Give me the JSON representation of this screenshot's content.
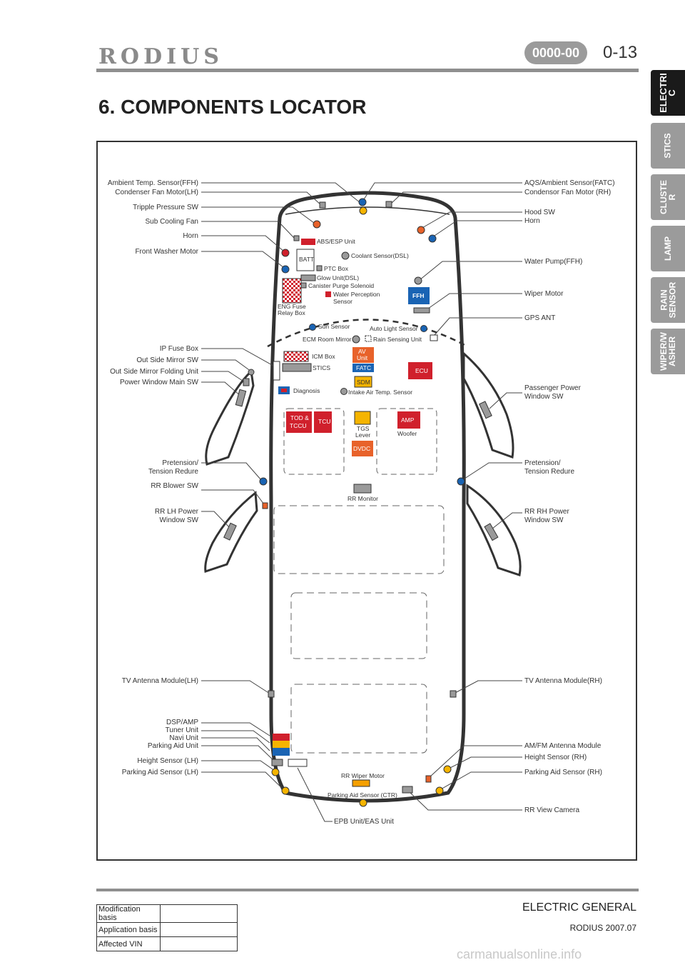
{
  "header": {
    "brand": "RODIUS",
    "doc_code": "0000-00",
    "page_number": "0-13",
    "title": "6. COMPONENTS LOCATOR"
  },
  "side_tabs": [
    {
      "label": "ELECTRI\nC",
      "color": "#1a1a1a"
    },
    {
      "label": "STICS",
      "color": "#9b9b9b"
    },
    {
      "label": "CLUSTE\nR",
      "color": "#9b9b9b"
    },
    {
      "label": "LAMP",
      "color": "#9b9b9b"
    },
    {
      "label": "RAIN\nSENSOR",
      "color": "#9b9b9b"
    },
    {
      "label": "WIPER/W\nASHER",
      "color": "#9b9b9b"
    }
  ],
  "left_labels": [
    "Ambient Temp. Sensor(FFH)",
    "Condenser Fan Motor(LH)",
    "Tripple Pressure SW",
    "Sub Cooling Fan",
    "Horn",
    "Front Washer Motor",
    "IP Fuse Box",
    "Out Side Mirror SW",
    "Out Side Mirror Folding Unit",
    "Power Window Main SW",
    "Pretension/",
    "Tension Redure",
    "RR Blower SW",
    "RR LH Power",
    "Window SW",
    "TV Antenna Module(LH)",
    "DSP/AMP",
    "Tuner Unit",
    "Navi Unit",
    "Parking Aid Unit",
    "Height Sensor (LH)",
    "Parking Aid Sensor (LH)"
  ],
  "right_labels": [
    "AQS/Ambient Sensor(FATC)",
    "Condensor Fan Motor (RH)",
    "Hood SW",
    "Horn",
    "Water Pump(FFH)",
    "Wiper Motor",
    "GPS ANT",
    "Passenger Power",
    "Window SW",
    "Pretension/",
    "Tension Redure",
    "RR RH Power",
    "Window SW",
    "TV Antenna Module(RH)",
    "AM/FM Antenna Module",
    "Height Sensor (RH)",
    "Parking Aid Sensor (RH)",
    "RR View Camera"
  ],
  "inner_labels": {
    "abs_esp": "ABS/ESP Unit",
    "batt": "BATT",
    "coolant": "Coolant Sensor(DSL)",
    "ptc": "PTC Box",
    "glow": "Glow Unit(DSL)",
    "canister": "Canister Purge Solenoid",
    "water_perc_1": "Water Perception",
    "water_perc_2": "Sensor",
    "eng_fuse_1": "ENG Fuse",
    "eng_fuse_2": "Relay Box",
    "ffh": "FFH",
    "sun_sensor": "Sun Sensor",
    "auto_light": "Auto Light Sensor",
    "ecm_mirror": "ECM Room Mirror",
    "rain_sensing": "Rain Sensing Unit",
    "icm_box": "ICM Box",
    "stics": "STICS",
    "av_1": "AV",
    "av_2": "Unit",
    "fatc": "FATC",
    "ecu": "ECU",
    "sdm": "SDM",
    "diagnosis": "Diagnosis",
    "intake": "Intake Air Temp. Sensor",
    "tod_1": "TOD &",
    "tod_2": "TCCU",
    "tcu": "TCU",
    "tgs_1": "TGS",
    "tgs_2": "Lever",
    "amp": "AMP",
    "woofer": "Woofer",
    "dvdc": "DVDC",
    "rr_monitor": "RR Monitor",
    "rr_wiper": "RR Wiper Motor",
    "parking_ctr": "Parking Aid Sensor (CTR)",
    "epb": "EPB Unit/EAS Unit"
  },
  "colors": {
    "red": "#d0202c",
    "orange": "#e8622a",
    "yellow": "#f5b400",
    "blue": "#1a64b4",
    "gray": "#9a9a9a"
  },
  "footer": {
    "section": "ELECTRIC GENERAL",
    "model_date": "RODIUS 2007.07",
    "rows": [
      "Modification basis",
      "Application basis",
      "Affected VIN"
    ]
  },
  "watermark": "carmanualsonline.info"
}
